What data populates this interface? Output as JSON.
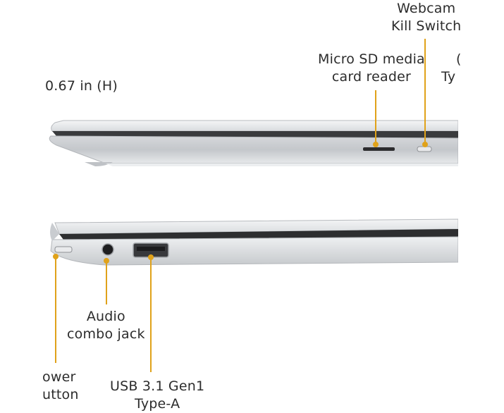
{
  "dimension": {
    "height_text": "0.67 in (H)"
  },
  "callouts": {
    "webcam_kill_switch": [
      "Webcam",
      "Kill Switch"
    ],
    "micro_sd": [
      "Micro SD media",
      "card reader"
    ],
    "type_c_partial": [
      "(",
      "Ty"
    ],
    "audio": [
      "Audio",
      "combo jack"
    ],
    "power": [
      "ower",
      "utton"
    ],
    "usb": [
      "USB 3.1 Gen1",
      "Type-A"
    ]
  },
  "colors": {
    "accent": "#e0a21a",
    "chassis": "#c9ccd0"
  }
}
